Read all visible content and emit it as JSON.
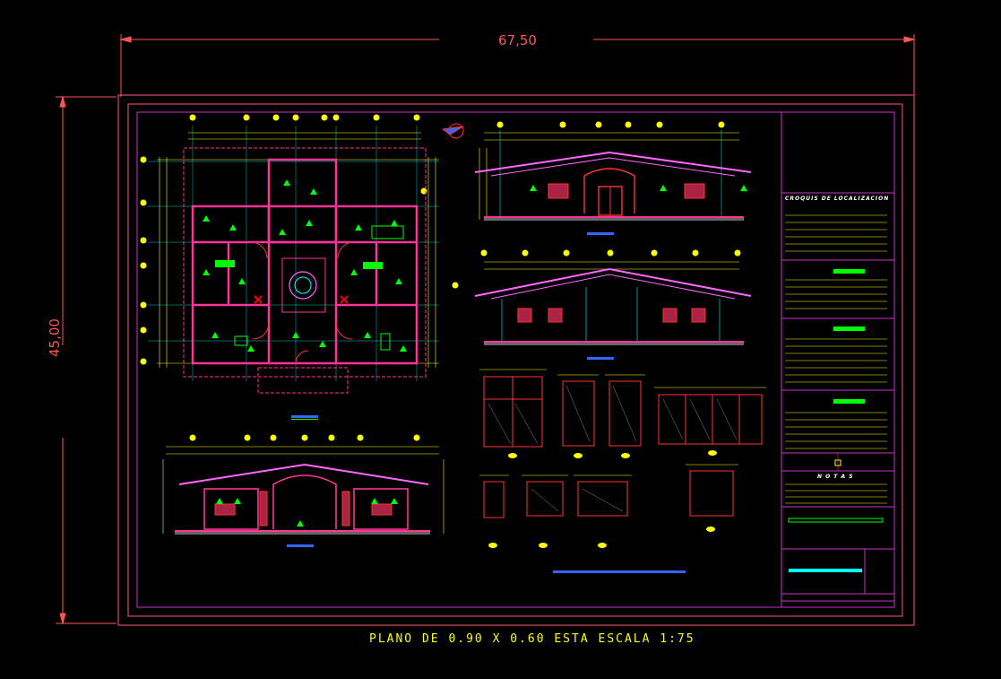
{
  "dimensions": {
    "width_label": "67,50",
    "height_label": "45,00"
  },
  "footer": {
    "caption": "PLANO DE 0.90 X 0.60   ESTA ESCALA 1:75"
  },
  "title_block": {
    "heading": "CROQUIS DE LOCALIZACION",
    "notes_heading": "N O T A S"
  },
  "colors": {
    "background": "#000000",
    "sheet_border": "#ff5577",
    "frame": "#cc33cc",
    "walls": "#ff3399",
    "dims": "#ffff00",
    "grid": "#00ffff",
    "doors": "#ff3333",
    "fixtures": "#00ff00",
    "caption": "#ffff00"
  }
}
